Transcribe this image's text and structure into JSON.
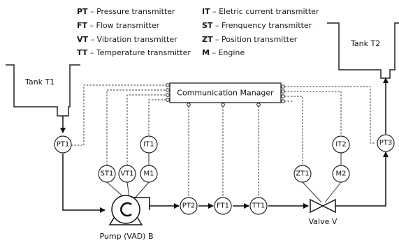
{
  "legend": {
    "left": [
      {
        "code": "PT",
        "desc": "Pressure transmitter"
      },
      {
        "code": "FT",
        "desc": "Flow transmitter"
      },
      {
        "code": "VT",
        "desc": "Vibration transmitter"
      },
      {
        "code": "TT",
        "desc": "Temperature transmitter"
      }
    ],
    "right": [
      {
        "code": "IT",
        "desc": "Eletric current transmitter"
      },
      {
        "code": "ST",
        "desc": "Frenquency transmitter"
      },
      {
        "code": "ZT",
        "desc": "Position transmitter"
      },
      {
        "code": "M",
        "desc": "Engine"
      }
    ]
  },
  "labels": {
    "tank1": "Tank T1",
    "tank2": "Tank T2",
    "manager": "Communication Manager",
    "pump": "Pump (VAD) B",
    "valve": "Valve V"
  },
  "instruments": {
    "pt1": "PT1",
    "st1": "ST1",
    "vt1": "VT1",
    "m1": "M1",
    "it1": "IT1",
    "pt2": "PT2",
    "ft1": "FT1",
    "tt1": "TT1",
    "zt1": "ZT1",
    "m2": "M2",
    "it2": "IT2",
    "pt3": "PT3"
  }
}
